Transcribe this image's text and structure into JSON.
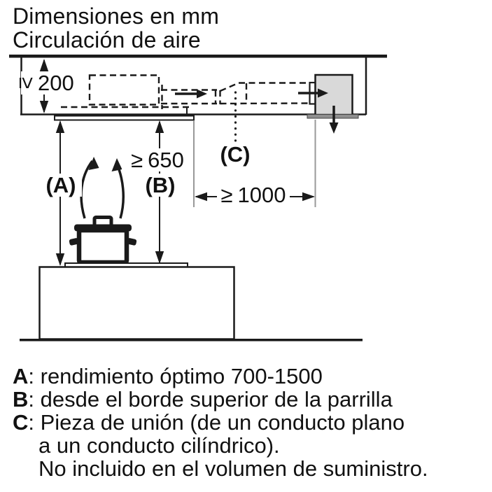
{
  "header": {
    "title_line1": "Dimensiones en mm",
    "title_line2": "Circulación de aire"
  },
  "diagram": {
    "dims": {
      "ceiling_gap": {
        "symbol": "≥",
        "value": "200"
      },
      "hood_height": {
        "symbol": "≥",
        "value": "650"
      },
      "duct_length": {
        "symbol": "≥",
        "value": "1000"
      }
    },
    "labels": {
      "a": "(A)",
      "b": "(B)",
      "c": "(C)"
    }
  },
  "legend": {
    "a_key": "A",
    "a_text": ": rendimiento óptimo 700-1500",
    "b_key": "B",
    "b_text": ": desde el borde superior de la parrilla",
    "c_key": "C",
    "c_text": ": Pieza de unión (de un conducto plano",
    "c_cont1": "a un conducto cilíndrico).",
    "c_cont2": "No incluido en el volumen de suministro."
  },
  "colors": {
    "line": "#1a1a1a",
    "outlet_fill": "#d9d9d9",
    "outlet_base": "#8f8f8f",
    "extension_line": "#999999"
  }
}
